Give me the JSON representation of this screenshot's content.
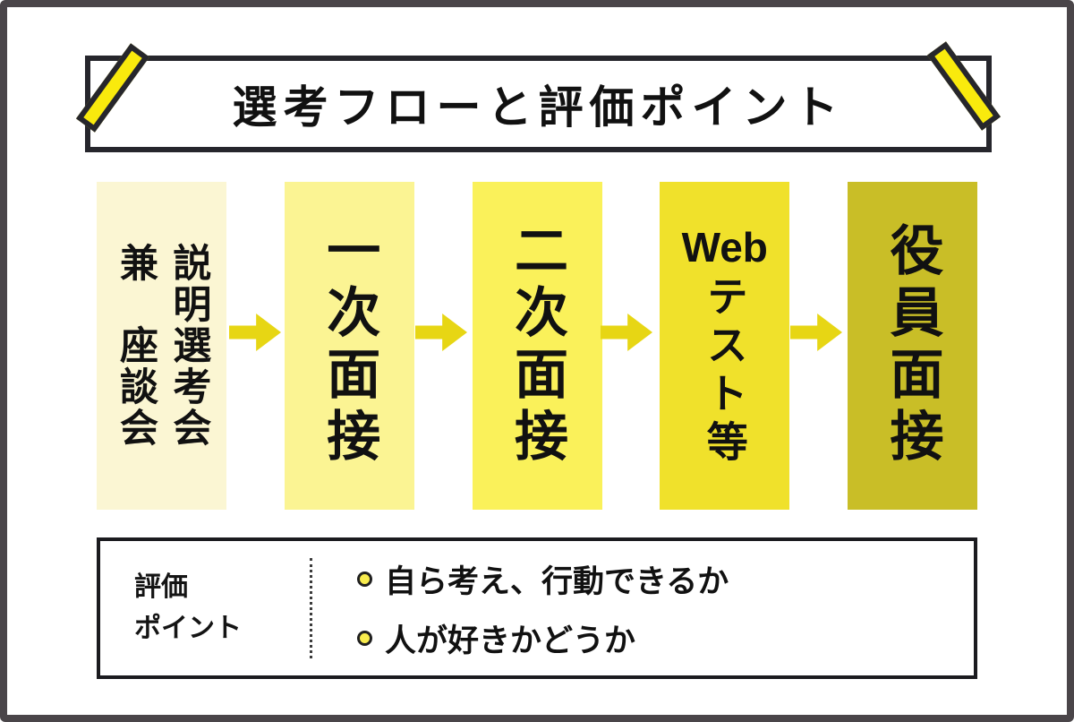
{
  "title": "選考フローと評価ポイント",
  "flow": {
    "steps": [
      {
        "label": "説明選考会\n兼　座談会",
        "color": "#FBF6D3"
      },
      {
        "label": "一次面接",
        "color": "#FBF493"
      },
      {
        "label": "二次面接",
        "color": "#FAF15A"
      },
      {
        "label_latin": "Web",
        "label_vertical": "テスト等",
        "color": "#F0E12B"
      },
      {
        "label": "役員面接",
        "color": "#C9BE27"
      }
    ],
    "arrow_color": "#E7D614"
  },
  "evaluation": {
    "label": "評価\nポイント",
    "points": [
      "自ら考え、行動できるか",
      "人が好きかどうか"
    ],
    "bullet_color": "#F8EC4D"
  },
  "colors": {
    "frame_border": "#4A4549",
    "box_border": "#26262C",
    "ribbon_yellow": "#F9EA0D",
    "text": "#111111",
    "background": "#FFFFFF"
  }
}
